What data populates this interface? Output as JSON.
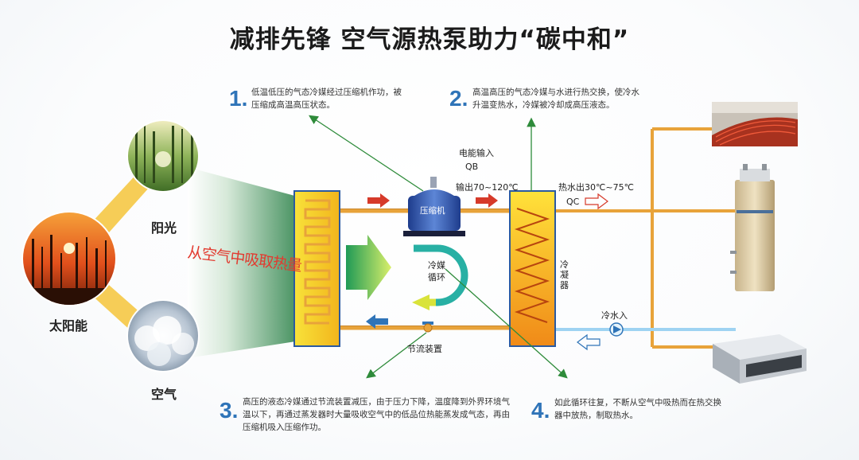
{
  "title": "减排先锋 空气源热泵助力“碳中和”",
  "steps": [
    {
      "num": "1.",
      "text": "低温低压的气态冷媒经过压缩机作功，被压缩成高温高压状态。"
    },
    {
      "num": "2.",
      "text": "高温高压的气态冷媒与水进行热交换，使冷水升温变热水，冷媒被冷却成高压液态。"
    },
    {
      "num": "3.",
      "text": "高压的液态冷媒通过节流装置减压，由于压力下降，温度降到外界环境气温以下，再通过蒸发器时大量吸收空气中的低品位热能蒸发成气态，再由压缩机吸入压缩作功。"
    },
    {
      "num": "4.",
      "text": "如此循环往复，不断从空气中吸热而在热交换器中放热，制取热水。"
    }
  ],
  "labels": {
    "sun": "阳光",
    "air": "空气",
    "solar": "太阳能",
    "absorb": "从空气中吸取热量",
    "power_in": "电能输入",
    "qb": "QB",
    "output_temp": "输出70~120℃",
    "compressor": "压缩机",
    "hot_water_out": "热水出30℃~75℃",
    "qc": "QC",
    "refrigerant_cycle_1": "冷媒",
    "refrigerant_cycle_2": "循环",
    "condenser": "冷凝器",
    "cold_water_in": "冷水入",
    "throttle": "节流装置"
  },
  "colors": {
    "accent_blue": "#2f74b8",
    "pipe_orange": "#e8a33a",
    "arrow_red": "#d63a2a",
    "arrow_green": "#2e8b3a"
  }
}
